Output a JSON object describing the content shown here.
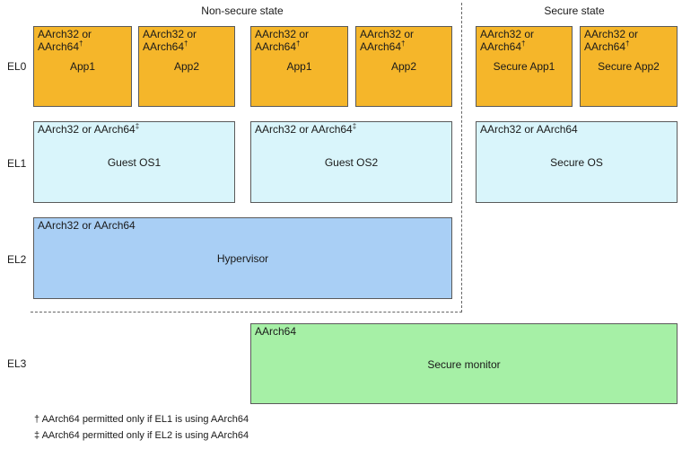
{
  "states": {
    "nonsecure": "Non-secure state",
    "secure": "Secure state"
  },
  "levels": {
    "el0": "EL0",
    "el1": "EL1",
    "el2": "EL2",
    "el3": "EL3"
  },
  "el0": {
    "arch_line1": "AArch32 or",
    "arch_line2": "AArch64",
    "mark": "†",
    "apps": [
      "App1",
      "App2",
      "App1",
      "App2",
      "Secure App1",
      "Secure App2"
    ]
  },
  "el1": {
    "guest1_arch": "AArch32 or AArch64",
    "guest1_mark": "‡",
    "guest1_name": "Guest OS1",
    "guest2_arch": "AArch32 or AArch64",
    "guest2_mark": "‡",
    "guest2_name": "Guest OS2",
    "secure_arch": "AArch32 or AArch64",
    "secure_name": "Secure OS"
  },
  "el2": {
    "arch": "AArch32 or AArch64",
    "name": "Hypervisor"
  },
  "el3": {
    "arch": "AArch64",
    "name": "Secure monitor"
  },
  "footnotes": [
    "† AArch64 permitted only if EL1 is using AArch64",
    "‡ AArch64 permitted only if EL2 is using AArch64"
  ],
  "colors": {
    "app": "#f5b62a",
    "os": "#d9f5fb",
    "hypervisor": "#a9cff5",
    "monitor": "#a6f0a6"
  }
}
